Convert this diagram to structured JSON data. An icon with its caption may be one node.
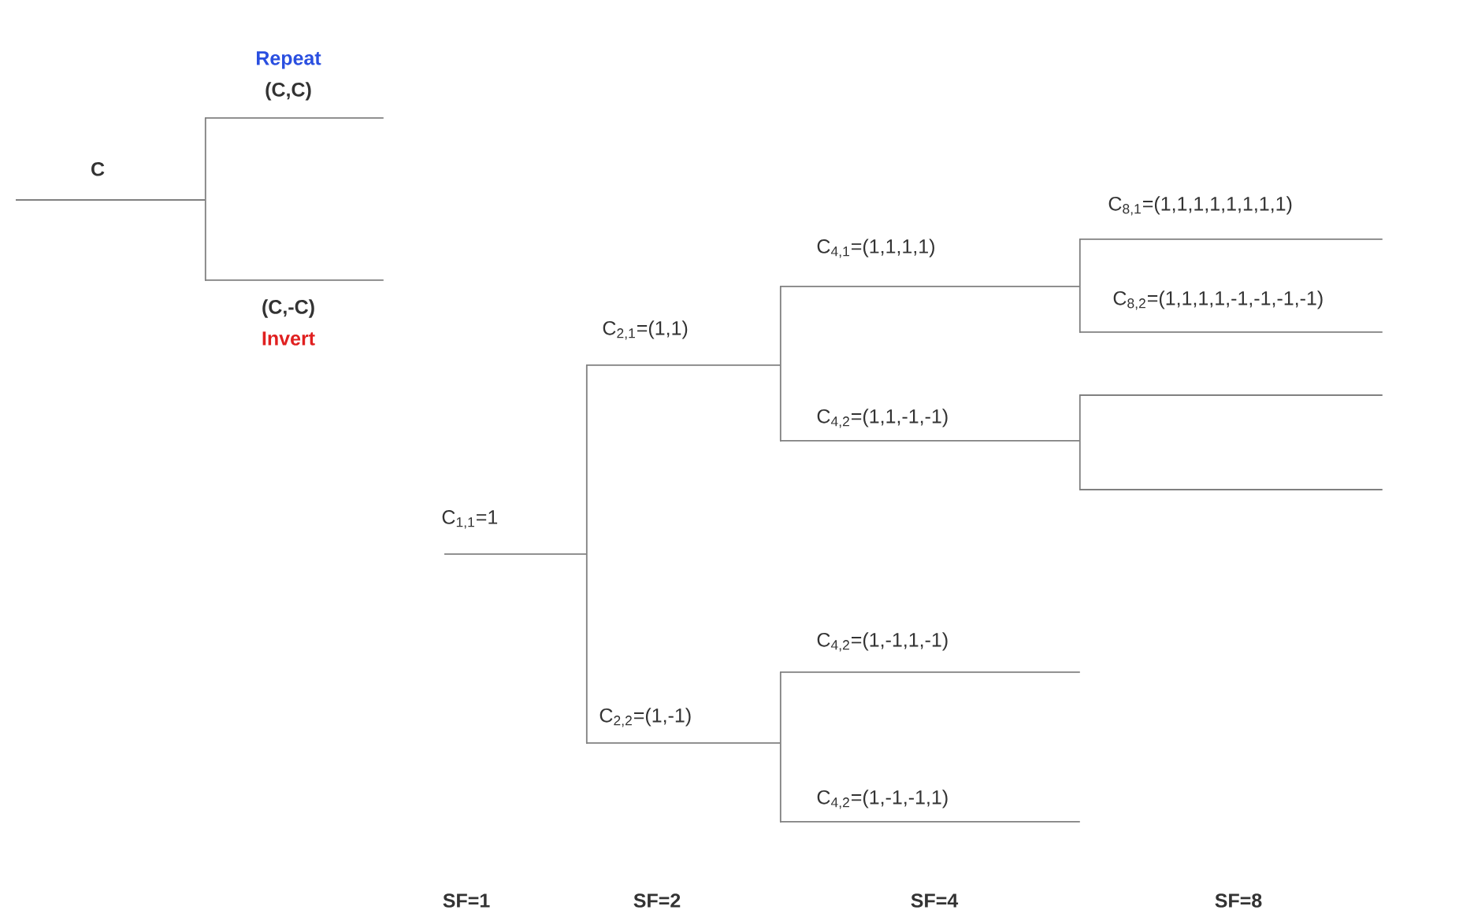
{
  "diagram": {
    "nodes": [
      {
        "text": [
          "C"
        ]
      },
      {
        "text": [
          "Repeat",
          "(C,C)"
        ]
      },
      {
        "text": [
          "(C,-C)",
          "Invert"
        ]
      },
      {
        "text": [
          "C$_{1,1}$=1"
        ]
      },
      {
        "text": [
          "C$_{2,1}$=(1,1)"
        ]
      },
      {
        "text": [
          "C$_{2,2}$=(1,-1)"
        ]
      },
      {
        "text": [
          "C$_{4,1}$=(1,1,1,1)"
        ]
      },
      {
        "text": [
          "C$_{4,2}$=(1,1,-1,-1)"
        ]
      },
      {
        "text": [
          "C$_{4,2}$=(1,-1,1,-1)"
        ]
      },
      {
        "text": [
          "C$_{4,2}$=(1,-1,-1,1)"
        ]
      },
      {
        "text": [
          "C$_{8,1}$=(1,1,1,1,1,1,1,1)"
        ]
      },
      {
        "text": [
          "C$_{8,2}$=(1,1,1,1,-1,-1,-1,-1)"
        ]
      },
      {
        "text": [],
        "shape": "line"
      },
      {
        "text": [],
        "shape": "line"
      }
    ],
    "edges": [
      {
        "from": 0,
        "to": 1,
        "arrow": "none"
      },
      {
        "from": 0,
        "to": 2,
        "arrow": "none"
      },
      {
        "from": 3,
        "to": 4,
        "arrow": "none"
      },
      {
        "from": 3,
        "to": 5,
        "arrow": "none"
      },
      {
        "from": 4,
        "to": 6,
        "arrow": "none"
      },
      {
        "from": 4,
        "to": 7,
        "arrow": "none"
      },
      {
        "from": 5,
        "to": 8,
        "arrow": "none"
      },
      {
        "from": 5,
        "to": 9,
        "arrow": "none"
      },
      {
        "from": 6,
        "to": 10,
        "arrow": "none"
      },
      {
        "from": 6,
        "to": 11,
        "arrow": "none"
      },
      {
        "from": 7,
        "to": 12,
        "arrow": "none"
      },
      {
        "from": 7,
        "to": 13,
        "arrow": "none"
      }
    ],
    "labels": [
      "SF=1",
      "SF=2",
      "SF=4",
      "SF=8"
    ]
  }
}
